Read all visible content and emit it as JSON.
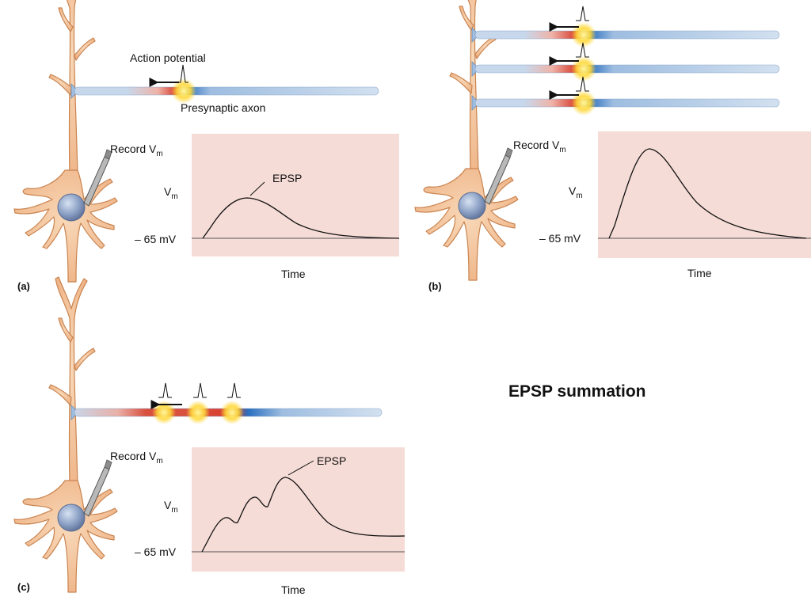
{
  "title": "EPSP summation",
  "colors": {
    "graph_bg": "#f6dcd6",
    "neuron_fill": "#f3c49b",
    "neuron_stroke": "#c98450",
    "nucleus": "#8a9fc4",
    "axon_light": "#bcd1e8",
    "axon_dark": "#2a6fc0",
    "axon_red": "#d63a2c",
    "glow": "#ffd83a",
    "trace": "#111111"
  },
  "panels": [
    {
      "letter": "(a)",
      "action_potential_label": "Action potential",
      "axon_label": "Presynaptic axon",
      "record_label": "Record V",
      "record_sub": "m",
      "y_label": "V",
      "y_sub": "m",
      "baseline_label": "– 65 mV",
      "x_label": "Time",
      "peak_label": "EPSP"
    },
    {
      "letter": "(b)",
      "record_label": "Record V",
      "record_sub": "m",
      "y_label": "V",
      "y_sub": "m",
      "baseline_label": "– 65 mV",
      "x_label": "Time"
    },
    {
      "letter": "(c)",
      "record_label": "Record V",
      "record_sub": "m",
      "y_label": "V",
      "y_sub": "m",
      "baseline_label": "– 65 mV",
      "x_label": "Time",
      "peak_label": "EPSP"
    }
  ]
}
